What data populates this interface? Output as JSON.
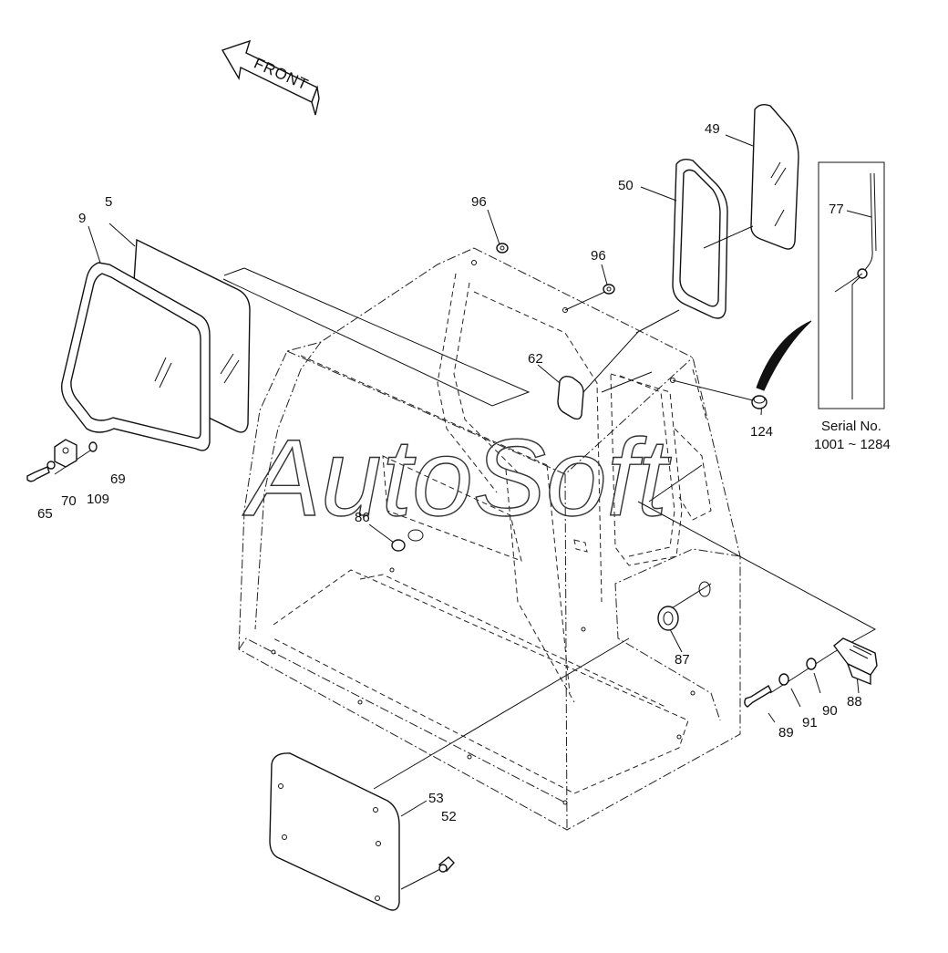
{
  "watermark": "AutoSoft",
  "front_arrow": {
    "label": "FRONT"
  },
  "serial_note": {
    "line1": "Serial No.",
    "line2": "1001 ~ 1284"
  },
  "part_labels": {
    "p5": "5",
    "p9": "9",
    "p49": "49",
    "p50": "50",
    "p52": "52",
    "p53": "53",
    "p62": "62",
    "p65": "65",
    "p69": "69",
    "p70": "70",
    "p77": "77",
    "p86": "86",
    "p87": "87",
    "p88": "88",
    "p89": "89",
    "p90": "90",
    "p91": "91",
    "p96a": "96",
    "p96b": "96",
    "p109": "109",
    "p124": "124"
  }
}
